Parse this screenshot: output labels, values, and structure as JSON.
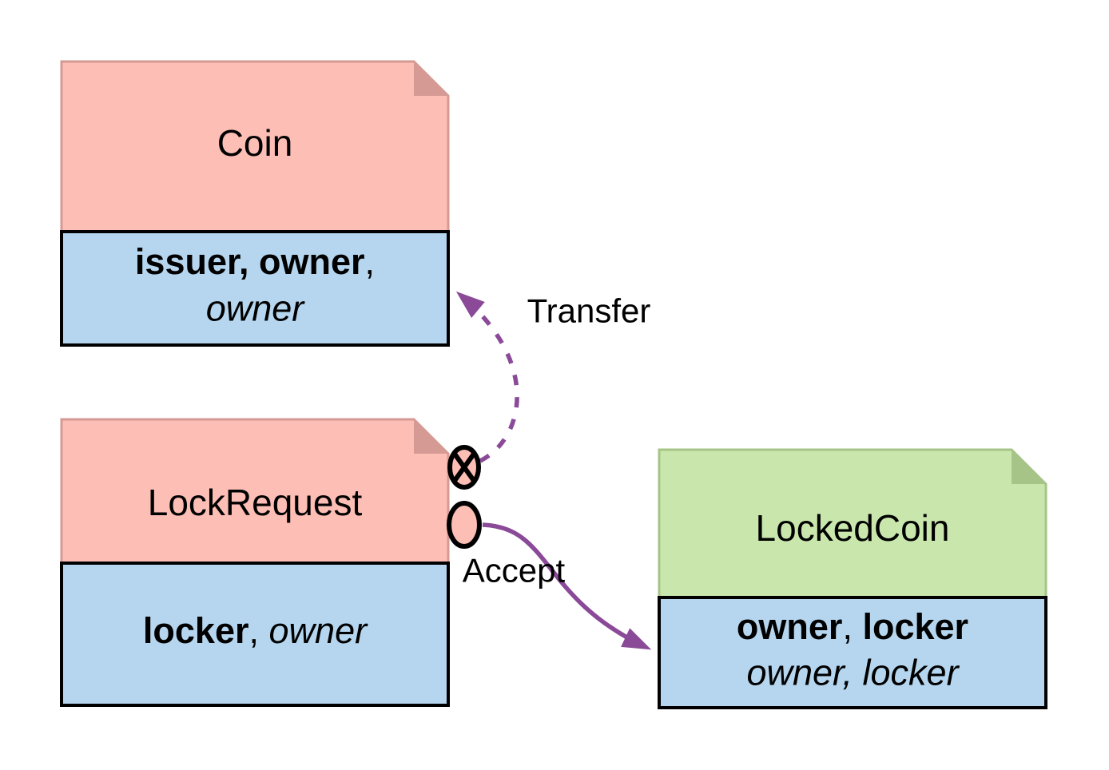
{
  "coin": {
    "title": "Coin",
    "attrs_bold": "issuer, owner",
    "attrs_comma": ",",
    "attrs_italic": "owner"
  },
  "lockRequest": {
    "title": "LockRequest",
    "attrs_bold": "locker",
    "attrs_sep": ", ",
    "attrs_italic": "owner"
  },
  "lockedCoin": {
    "title": "LockedCoin",
    "attrs_bold_a": "owner",
    "attrs_sep": ", ",
    "attrs_bold_b": "locker",
    "attrs_italic": "owner, locker"
  },
  "edges": {
    "transfer_label": "Transfer",
    "accept_label": "Accept"
  },
  "markers": {
    "consume_icon": "circle-x-icon",
    "produce_icon": "circle-icon"
  },
  "colors": {
    "pink_fill": "#FCBEB5",
    "pink_edge": "#D69A94",
    "green_fill": "#C9E7AC",
    "green_edge": "#A6C487",
    "blue_fill": "#B5D6EE",
    "purple": "#8B4A98",
    "text": "#000000"
  }
}
